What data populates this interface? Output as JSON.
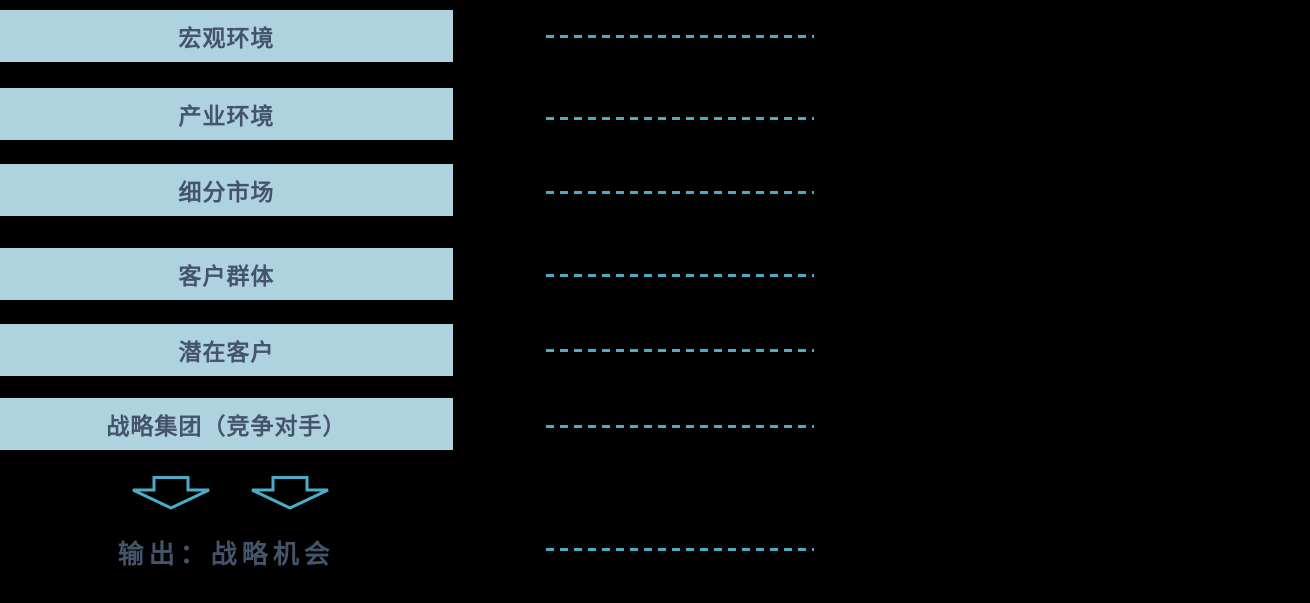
{
  "diagram": {
    "title_hint": "strategic-environment-analysis",
    "levels": [
      {
        "label": "宏观环境"
      },
      {
        "label": "产业环境"
      },
      {
        "label": "细分市场"
      },
      {
        "label": "客户群体"
      },
      {
        "label": "潜在客户"
      },
      {
        "label": "战略集团（竞争对手）"
      }
    ],
    "connectors": {
      "count": 7,
      "style": "dashed-horizontal"
    },
    "icons": [
      {
        "name": "down-arrow-icon",
        "shape": "hollow-block-arrow-down"
      },
      {
        "name": "down-arrow-icon",
        "shape": "hollow-block-arrow-down"
      }
    ],
    "output_label": "输出：战略机会",
    "colors": {
      "background": "#000000",
      "box_fill": "#AFD3DE",
      "text": "#44546A",
      "accent_teal": "#4BACC6"
    }
  }
}
